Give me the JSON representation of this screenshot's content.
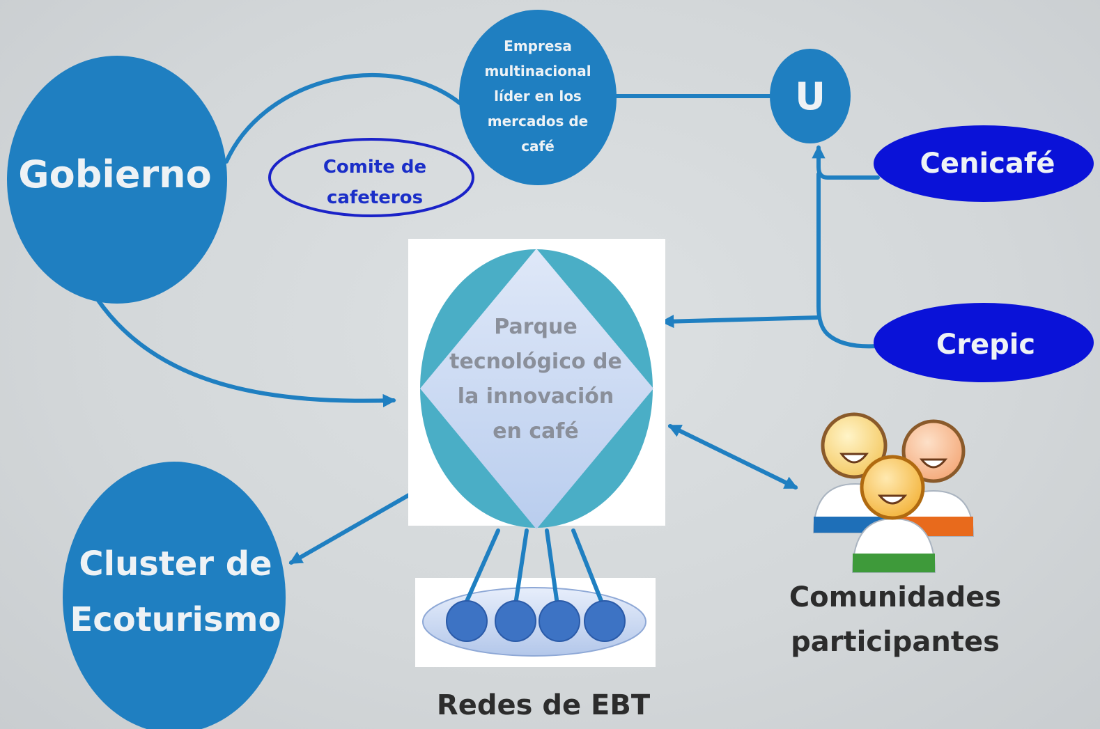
{
  "nodes": {
    "gobierno": "Gobierno",
    "empresa": "Empresa multinacional líder en los mercados de café",
    "u": "U",
    "comite": "Comite de cafeteros",
    "cenicafe": "Cenicafé",
    "crepic": "Crepic",
    "parque": "Parque tecnológico de la innovación en café",
    "cluster": "Cluster de Ecoturismo",
    "redes": "Redes de EBT",
    "comunidades": "Comunidades participantes"
  },
  "colors": {
    "node_fill": "#1f7fc1",
    "dark_node_fill": "#0a12d8",
    "connector": "#1f7fc1",
    "comite_outline": "#1a22c8",
    "parque_circle": "#4aaec6",
    "parque_diamond": "#c5d7f0",
    "person_yellow": "#f0a020",
    "person_orange": "#e86a1c",
    "person_blue": "#1e6fb8",
    "person_green": "#3e9a3a"
  }
}
